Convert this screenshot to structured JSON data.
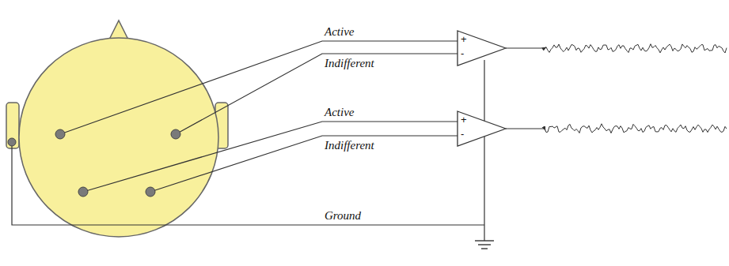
{
  "diagram": {
    "nodes": [
      {
        "text": [
          "+",
          "-"
        ]
      },
      {
        "text": [
          "+",
          "-"
        ]
      }
    ],
    "labels": [
      "Active",
      "Indifferent",
      "Active",
      "Indifferent",
      "Ground"
    ]
  }
}
